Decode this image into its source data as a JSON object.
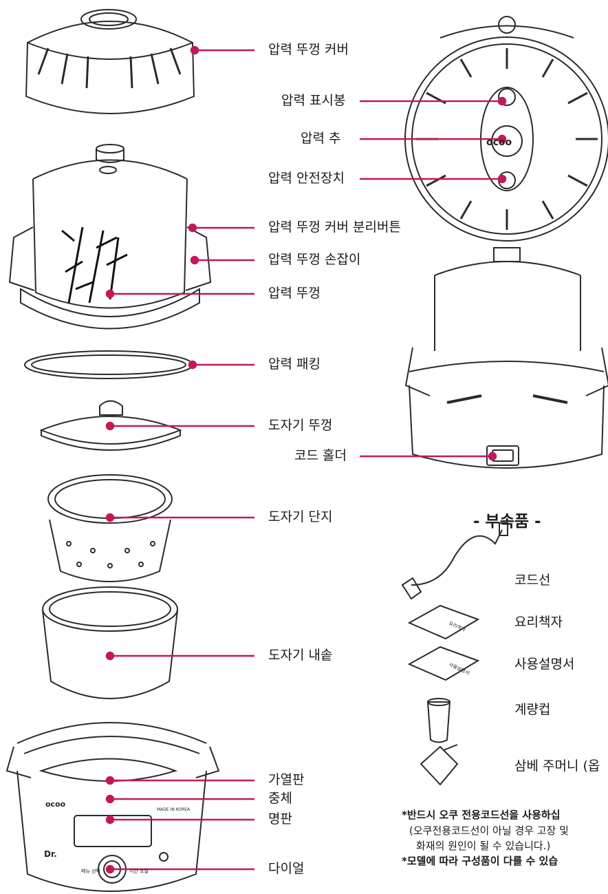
{
  "colors": {
    "accent": "#c2185b",
    "line": "#2a2a2a"
  },
  "parts": {
    "pressure_lid_cover": "압력 뚜껑 커버",
    "pressure_indicator": "압력 표시봉",
    "pressure_weight": "압력 추",
    "pressure_safety": "압력 안전장치",
    "cover_release_button": "압력 뚜껑 커버 분리버튼",
    "lid_handle": "압력 뚜껑 손잡이",
    "pressure_lid": "압력 뚜껑",
    "pressure_packing": "압력 패킹",
    "ceramic_lid": "도자기 뚜껑",
    "cord_holder": "코드 홀더",
    "ceramic_jar": "도자기 단지",
    "ceramic_pot": "도자기 내솥",
    "heating_plate": "가열판",
    "body": "중체",
    "nameplate": "명판",
    "dial": "다이얼"
  },
  "accessories": {
    "heading": "- 부속품 -",
    "items": [
      "코드선",
      "요리책자",
      "사용설명서",
      "계량컵",
      "삼베 주머니 (옵"
    ]
  },
  "notes": {
    "line1": "*반드시 오쿠 전용코드선을 사용하십",
    "line2": "(오쿠전용코드선이 아닐 경우 고장 및",
    "line3": "화재의 원인이 될 수 있습니다.)",
    "line4": "*모델에 따라 구성품이 다를 수 있습"
  },
  "device_text": {
    "brand": "ocoo",
    "dr": "Dr.",
    "made_in": "MADE IN KOREA",
    "menu": "메뉴 선택",
    "time": "시간 조절",
    "book_title": "요리책자",
    "manual_title": "사용설명서"
  }
}
